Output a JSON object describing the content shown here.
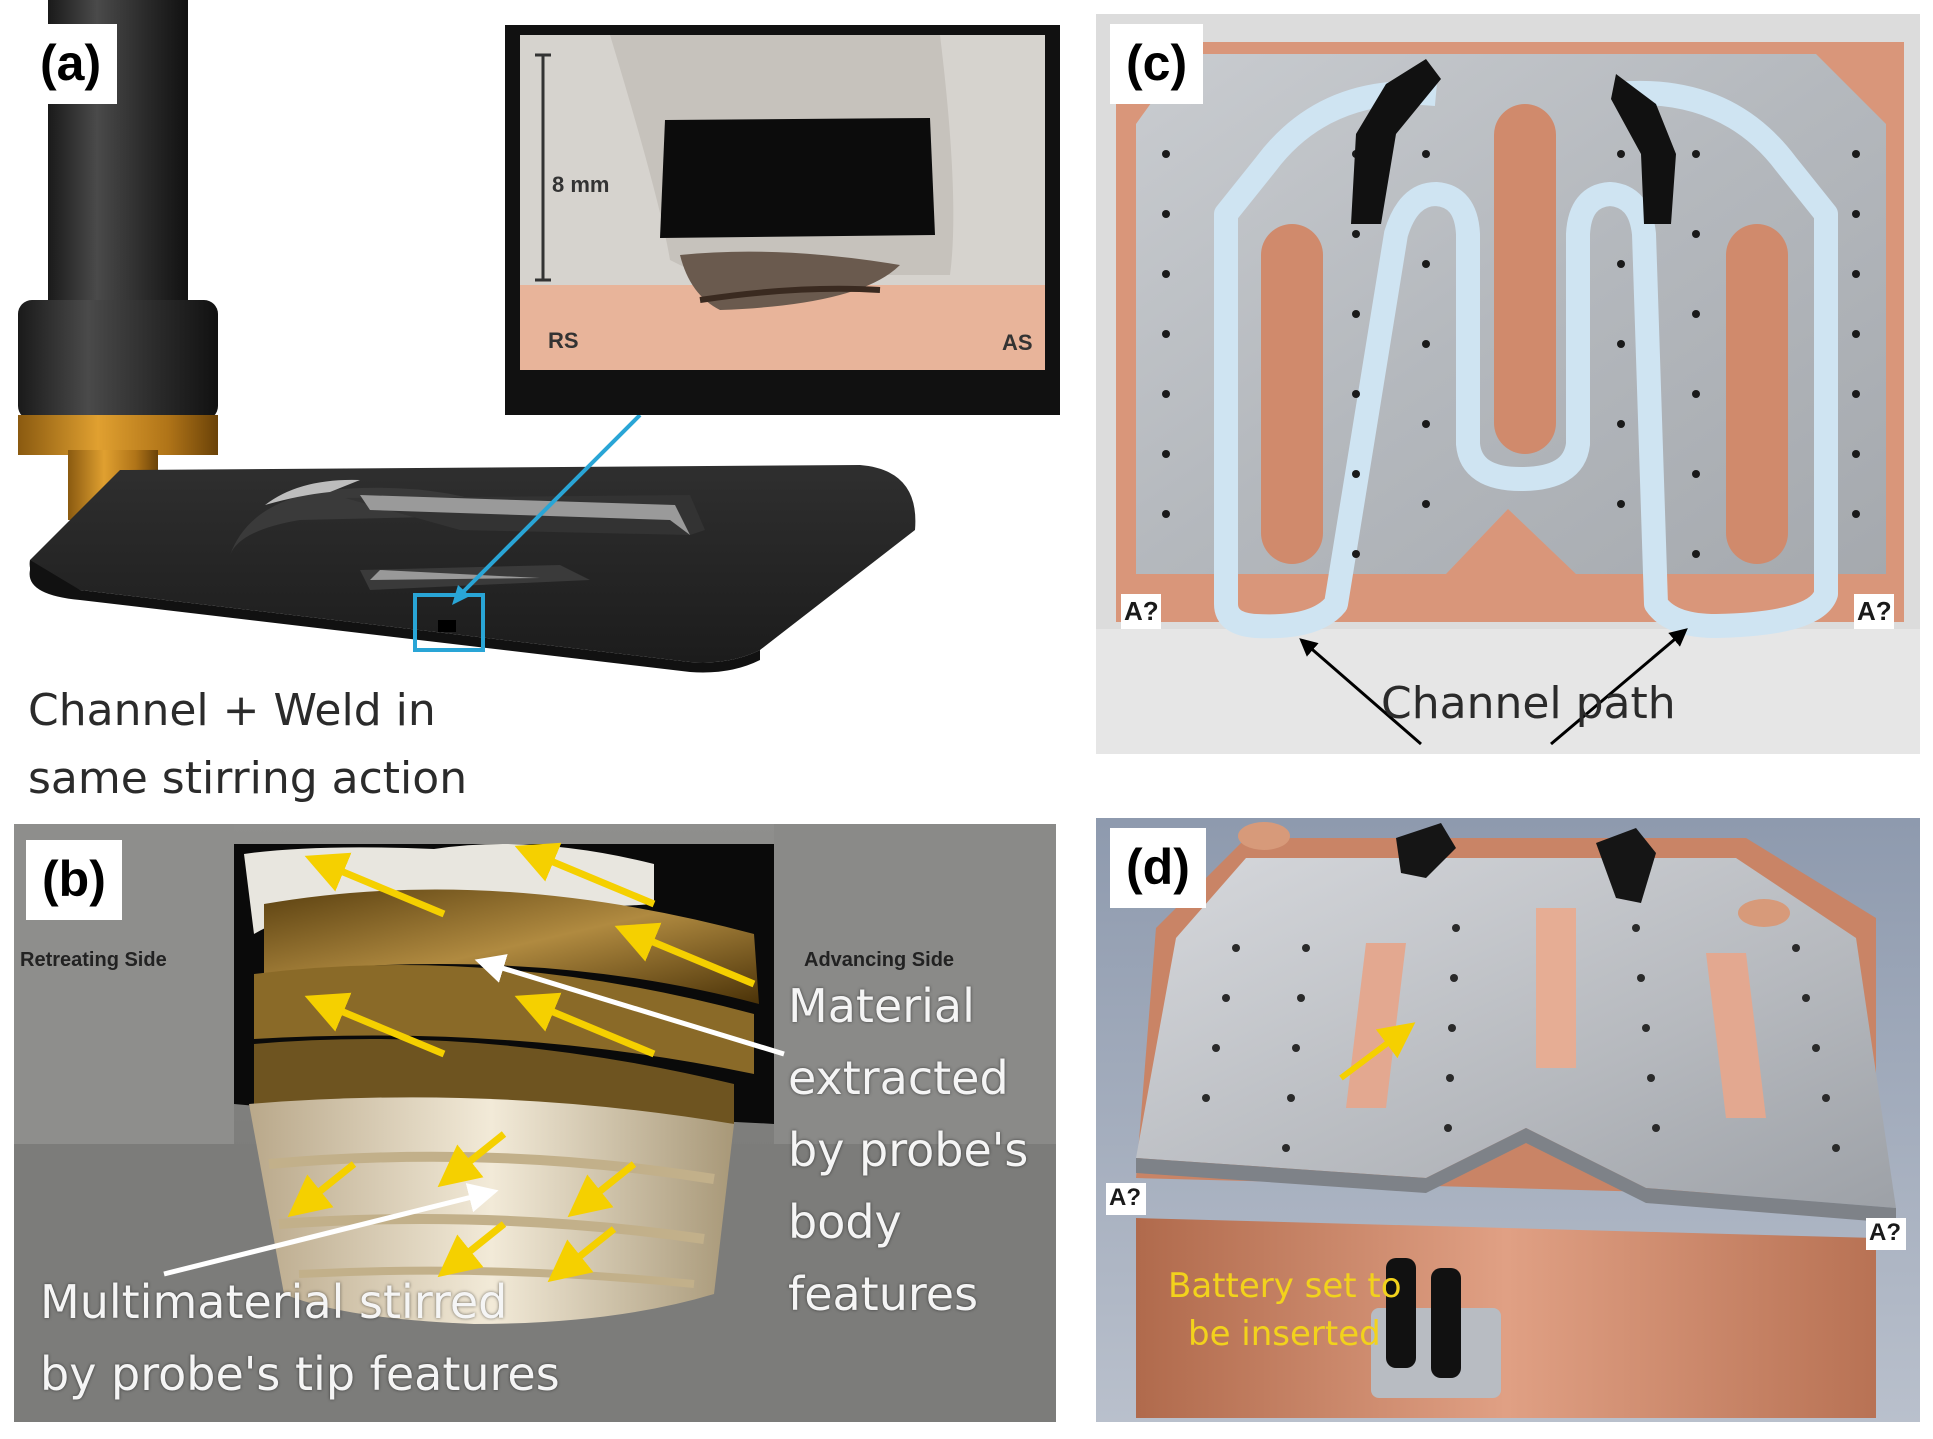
{
  "panels": {
    "a": {
      "tag": "(a)",
      "caption_line1": "Channel + Weld in",
      "caption_line2": "same stirring action",
      "inset": {
        "scale_label": "8 mm",
        "rs_label": "RS",
        "as_label": "AS"
      }
    },
    "b": {
      "tag": "(b)",
      "retreating_label": "Retreating Side",
      "advancing_label": "Advancing Side",
      "material_line1": "Material",
      "material_line2": "extracted",
      "material_line3": "by probe's",
      "material_line4": "body",
      "material_line5": "features",
      "multi_line1": "Multimaterial stirred",
      "multi_line2": "by probe's tip features"
    },
    "c": {
      "tag": "(c)",
      "channel_label": "Channel path",
      "logo_text": "A?"
    },
    "d": {
      "tag": "(d)",
      "battery_line1": "Battery set to",
      "battery_line2": "be inserted",
      "logo_text": "A?"
    }
  },
  "colors": {
    "arrow_yellow": "#f5d000",
    "channel_blue": "#cfe4f2",
    "copper": "#d9967a",
    "inset_border": "#29a5d6",
    "battery_text": "#f2d21c"
  }
}
